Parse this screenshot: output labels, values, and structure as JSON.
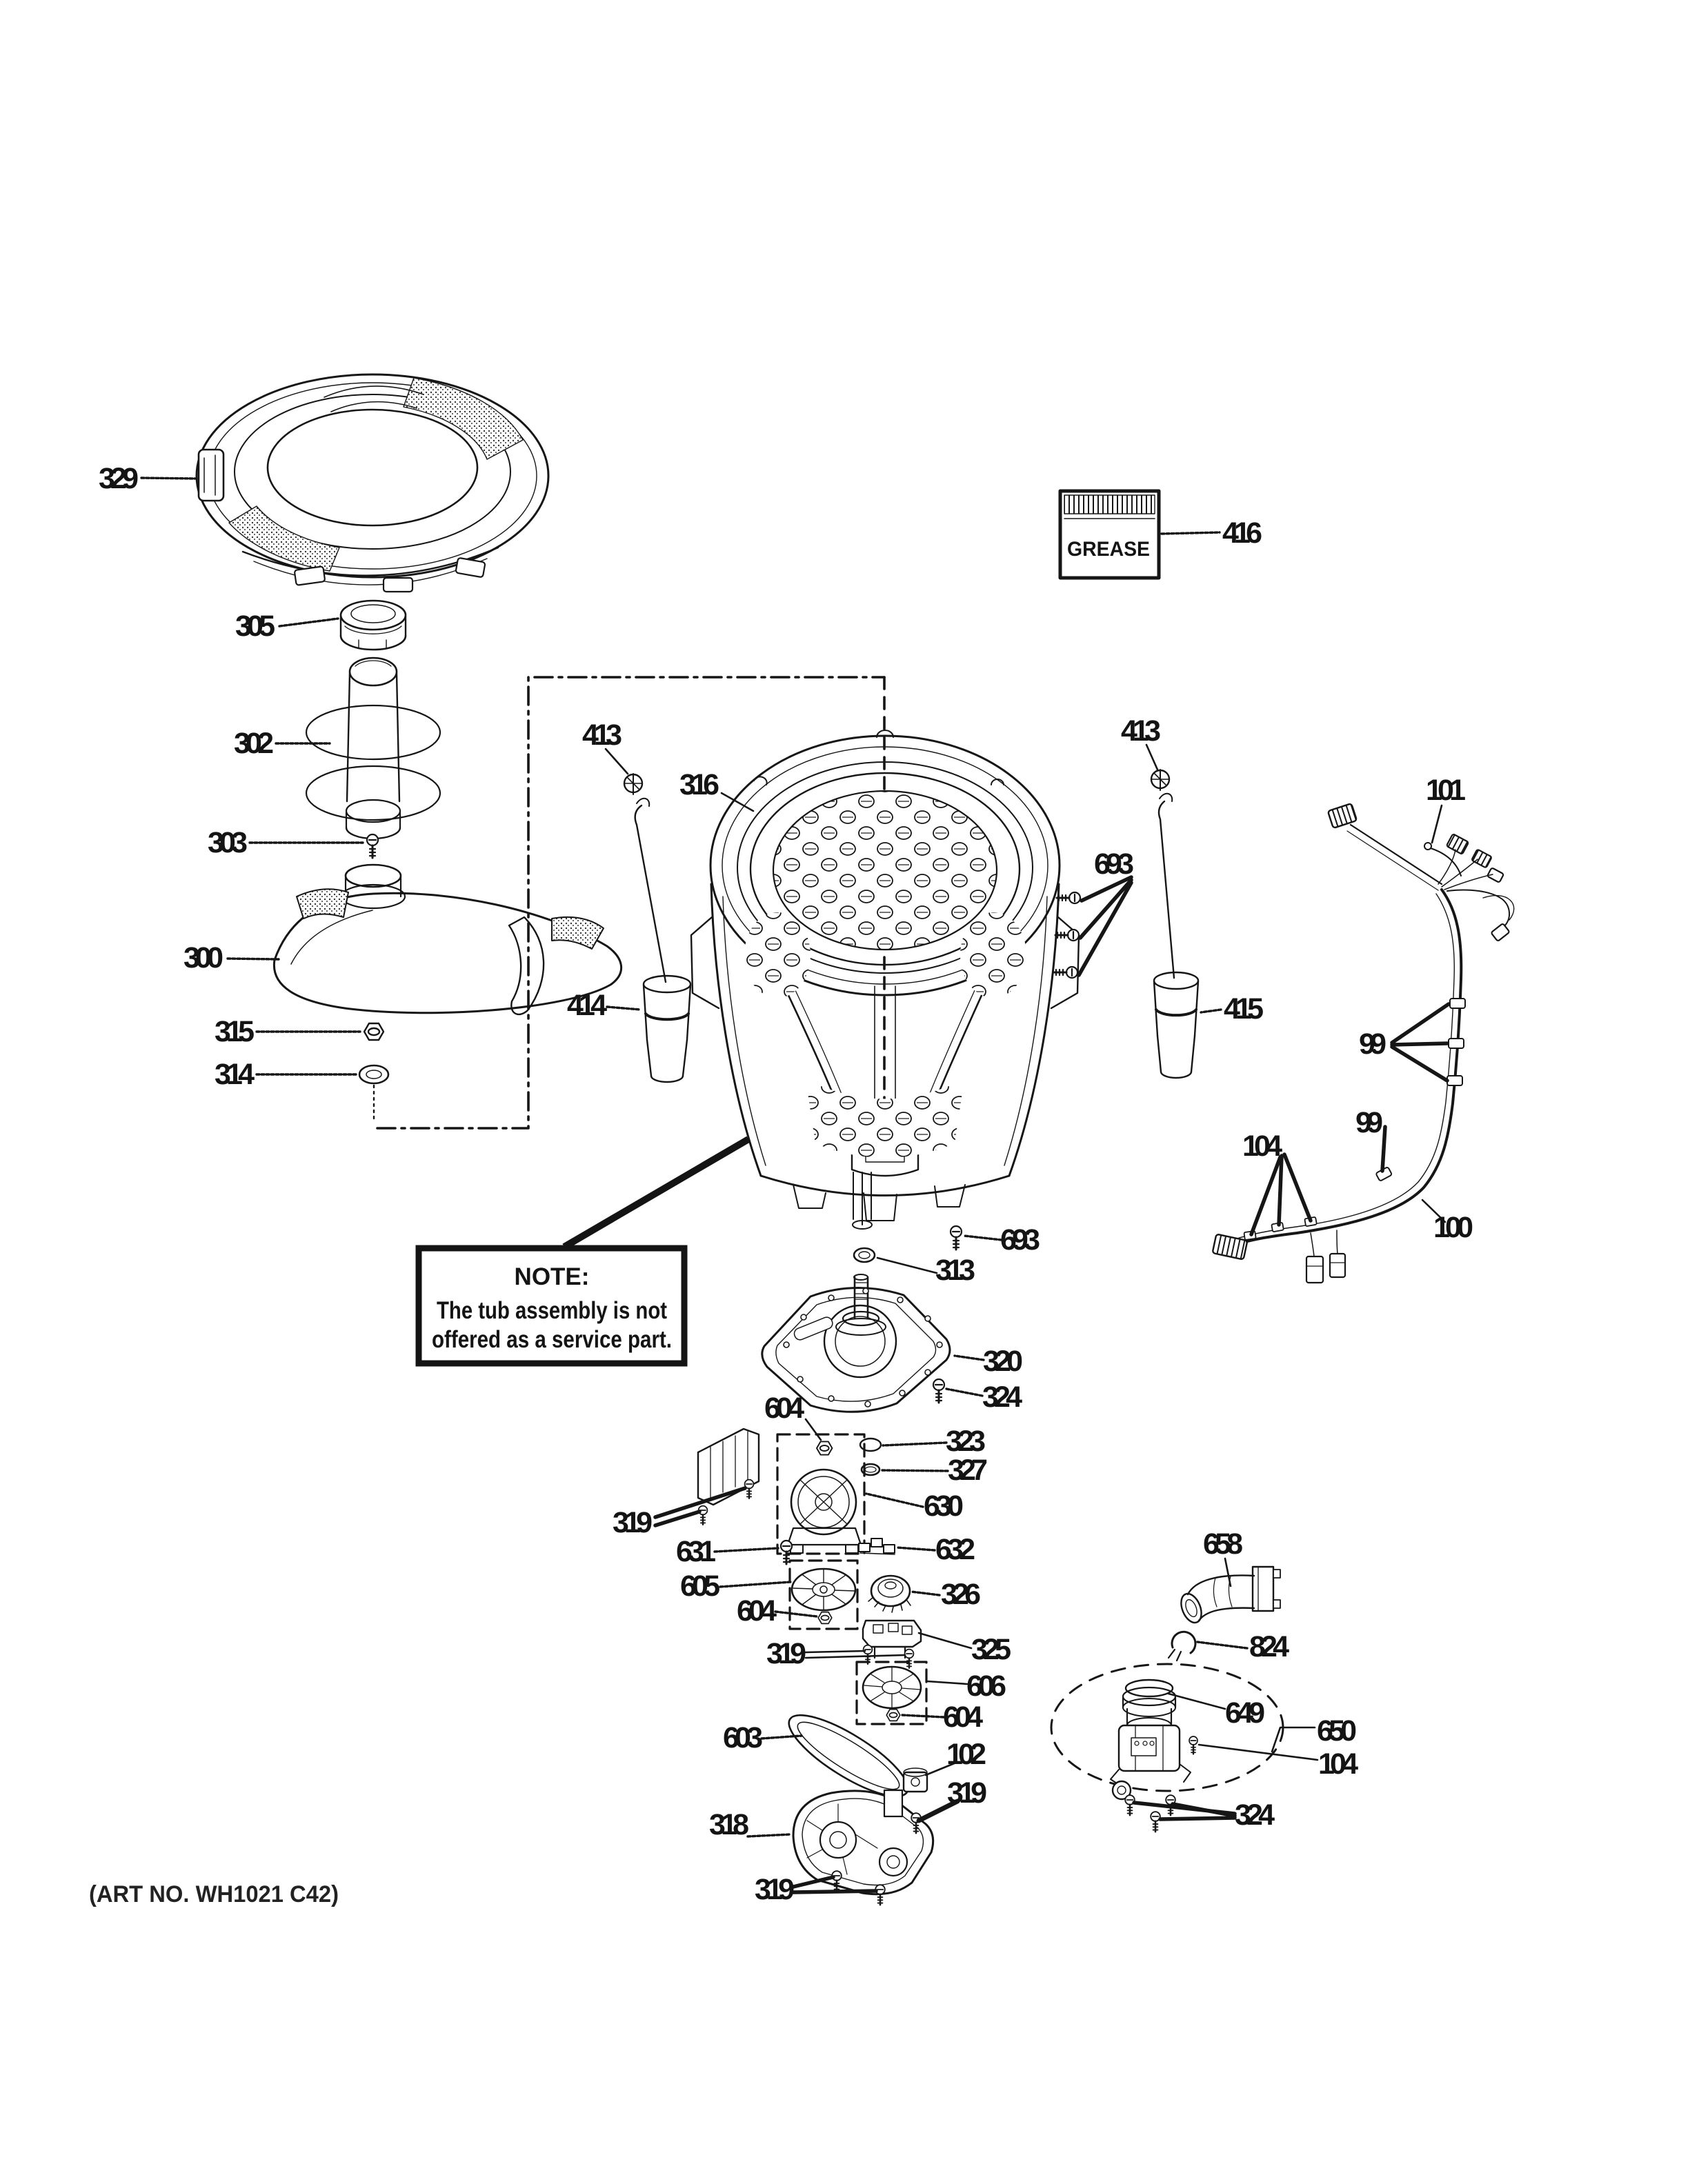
{
  "doc": {
    "kind": "washer tub assembly exploded parts diagram",
    "art_no": "(ART NO. WH1021 C42)",
    "note": {
      "heading": "NOTE:",
      "line1": "The tub assembly is not",
      "line2": "offered as a service part."
    },
    "grease": {
      "label": "GREASE"
    },
    "colors": {
      "ink": "#161616",
      "background": "#ffffff"
    },
    "callouts": {
      "c329": "329",
      "c305": "305",
      "c302": "302",
      "c303": "303",
      "c300": "300",
      "c315": "315",
      "c314": "314",
      "c416": "416",
      "c413_left": "413",
      "c316": "316",
      "c413_right": "413",
      "c101": "101",
      "c414": "414",
      "c415": "415",
      "c693_right": "693",
      "c99_top": "99",
      "c99_bottom": "99",
      "c104_harness": "104",
      "c100": "100",
      "c693_bottom": "693",
      "c313": "313",
      "c320": "320",
      "c324_right": "324",
      "c604_top": "604",
      "c323": "323",
      "c327": "327",
      "c630": "630",
      "c631": "631",
      "c632": "632",
      "c605": "605",
      "c326": "326",
      "c604_mid": "604",
      "c319_bracket": "319",
      "c319_stator": "319",
      "c325": "325",
      "c606": "606",
      "c604_pulley": "604",
      "c603": "603",
      "c102": "102",
      "c319_gearcase": "319",
      "c318": "318",
      "c319_bottom": "319",
      "c658": "658",
      "c824": "824",
      "c649": "649",
      "c650": "650",
      "c104_pump": "104",
      "c324_bottom": "324"
    }
  }
}
